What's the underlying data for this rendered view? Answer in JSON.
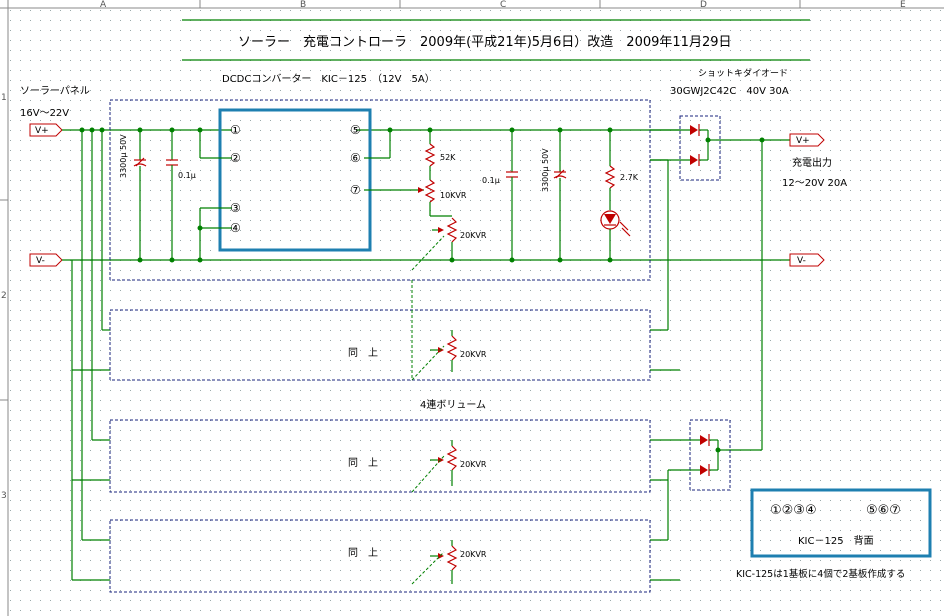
{
  "sheet": {
    "title": "ソーラー　充電コントローラ　2009年(平成21年)5月6日）改造　2009年11月29日",
    "col_labels": [
      "A",
      "B",
      "C",
      "D",
      "E"
    ],
    "row_labels": [
      "1",
      "2",
      "3"
    ]
  },
  "input": {
    "label": "ソーラーパネル",
    "range": "16V～22V",
    "v_plus": "V+",
    "v_minus": "V-"
  },
  "output": {
    "label": "充電出力",
    "range": "12～20V 20A",
    "v_plus": "V+",
    "v_minus": "V-"
  },
  "converter": {
    "title": "DCDCコンバーター　KIC－125　（12V　5A）",
    "pins": [
      "①",
      "②",
      "③",
      "④",
      "⑤",
      "⑥",
      "⑦"
    ]
  },
  "diode": {
    "title": "ショットキダイオード",
    "part": "30GWJ2C42C　40V 30A"
  },
  "components": {
    "cap_in_big": "3300μ 50V",
    "cap_in_small": "0.1μ",
    "r_52k": "52K",
    "vr_10k": "10KVR",
    "vr_20k": "20KVR",
    "cap_out_small": "0.1μ",
    "cap_out_big": "3300μ 50V",
    "r_led": "2.7K"
  },
  "copies": {
    "same_label": "同　上",
    "vr_label": "20KVR",
    "gang_label": "4連ボリューム"
  },
  "legend": {
    "pins_left": "①②③④",
    "pins_right": "⑤⑥⑦",
    "caption": "KIC－125　背面",
    "note": "KIC-125は1基板に4個で2基板作成する"
  }
}
